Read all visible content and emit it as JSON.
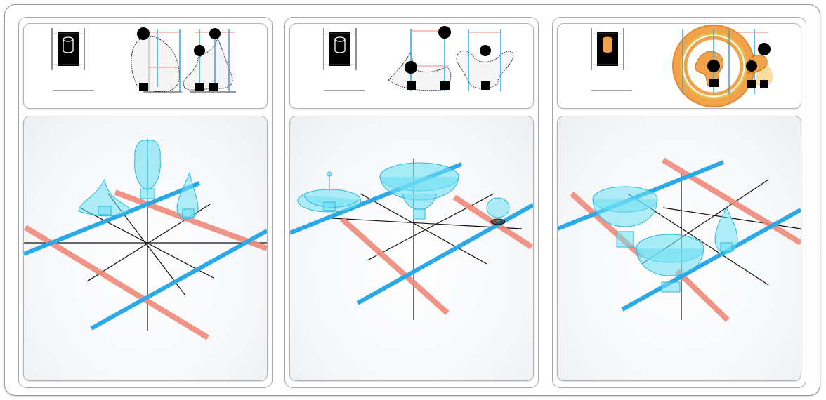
{
  "panels": [
    {
      "id": "panel-1",
      "thumbnail_color": "#000000",
      "object_color": "#4fd3ee"
    },
    {
      "id": "panel-2",
      "thumbnail_color": "#000000",
      "object_color": "#4fd3ee"
    },
    {
      "id": "panel-3",
      "thumbnail_color": "#f0a14a",
      "object_color": "#4fd3ee",
      "highlight_color": "#f0a14a"
    }
  ],
  "colors": {
    "axis_red": "#ef8a7a",
    "axis_blue": "#2aa8e8",
    "grid_line": "#111111",
    "marker": "#000000"
  }
}
